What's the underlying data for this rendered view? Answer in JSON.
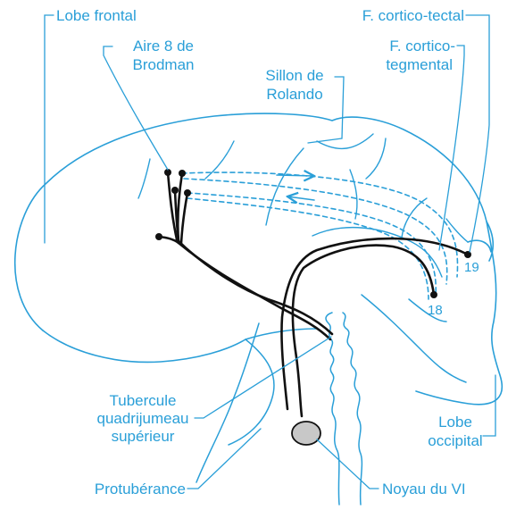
{
  "labels": {
    "lobe_frontal": "Lobe frontal",
    "aire8_line1": "Aire 8 de",
    "aire8_line2": "Brodman",
    "sillon_line1": "Sillon de",
    "sillon_line2": "Rolando",
    "cortico_tectal": "F. cortico-tectal",
    "cortico_tegmental_line1": "F. cortico-",
    "cortico_tegmental_line2": "tegmental",
    "area19": "19",
    "area18": "18",
    "tubercule_line1": "Tubercule",
    "tubercule_line2": "quadrijumeau",
    "tubercule_line3": "supérieur",
    "lobe_occipital_line1": "Lobe",
    "lobe_occipital_line2": "occipital",
    "protuberance": "Protubérance",
    "noyau_vi": "Noyau du VI"
  },
  "colors": {
    "anatomy_line": "#2a9fd8",
    "pathway": "#111111",
    "nucleus_fill": "#c8c8c8"
  }
}
